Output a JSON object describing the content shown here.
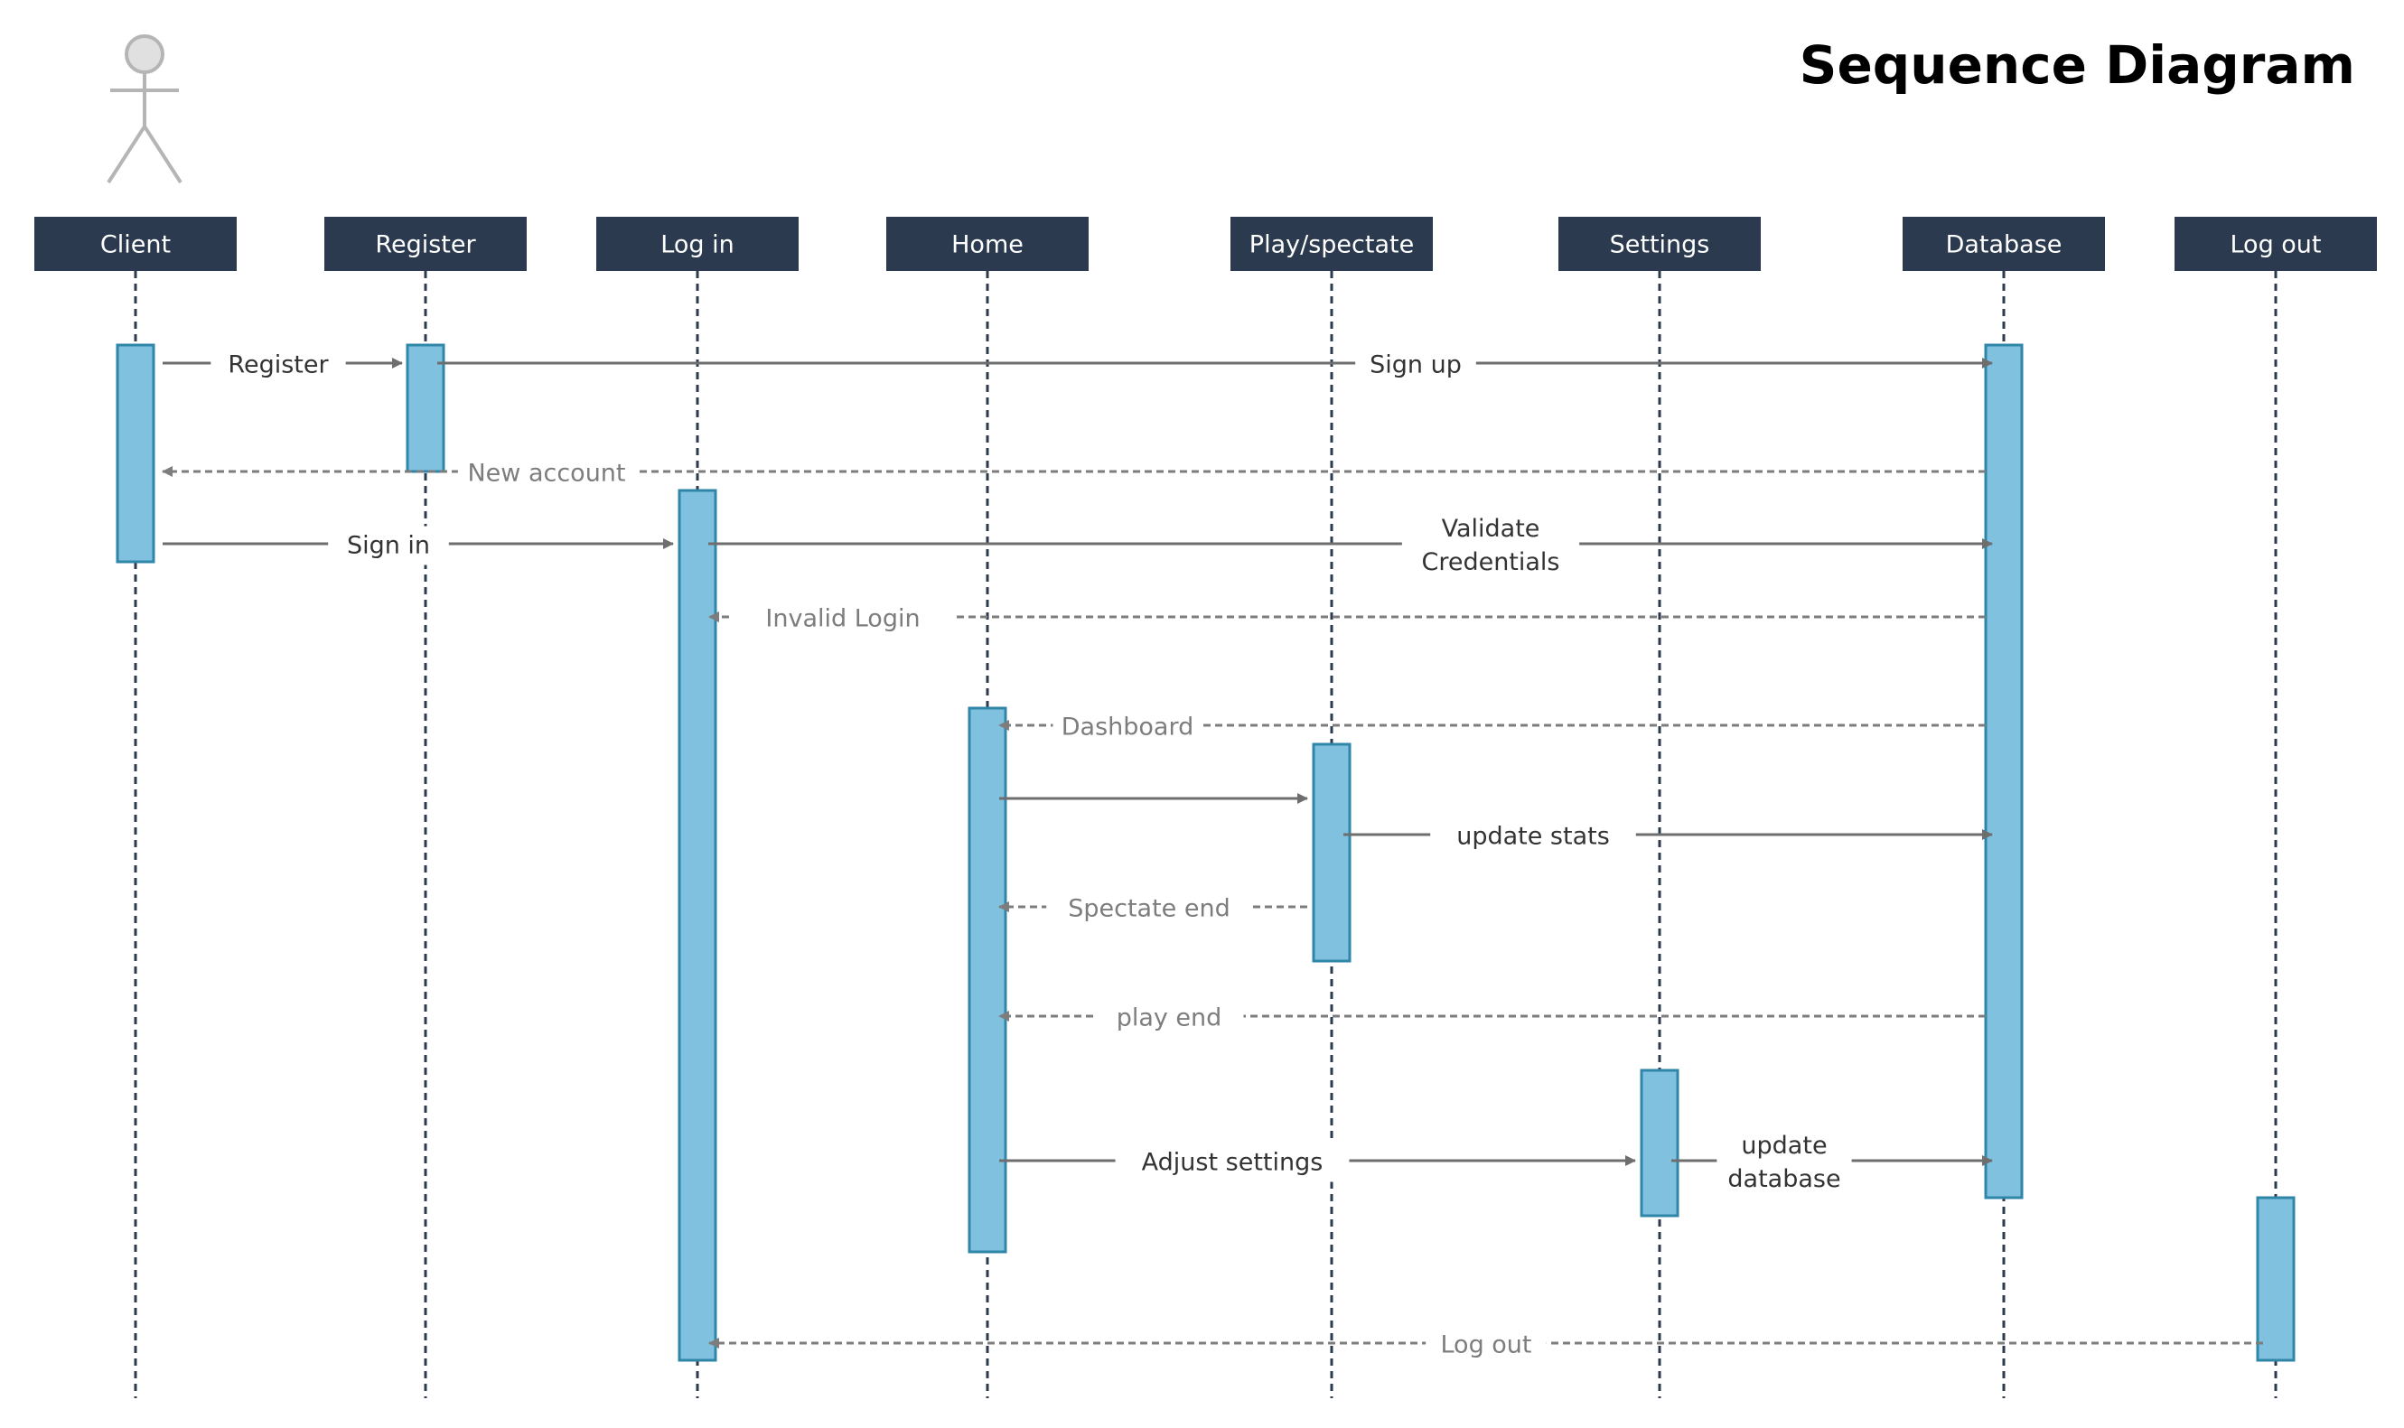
{
  "title": "Sequence Diagram",
  "colors": {
    "header_fill": "#2b3a4e",
    "header_text": "#ffffff",
    "activation_fill": "#7fc1de",
    "activation_stroke": "#2f86a8",
    "lifeline": "#2b3a4e",
    "solid_arrow": "#6e6e6e",
    "dashed_arrow": "#7d7d7d",
    "actor": "#b5b5b5"
  },
  "participants": [
    {
      "id": "client",
      "label": "Client"
    },
    {
      "id": "register",
      "label": "Register"
    },
    {
      "id": "login",
      "label": "Log in"
    },
    {
      "id": "home",
      "label": "Home"
    },
    {
      "id": "play",
      "label": "Play/spectate"
    },
    {
      "id": "settings",
      "label": "Settings"
    },
    {
      "id": "database",
      "label": "Database"
    },
    {
      "id": "logout",
      "label": "Log out"
    }
  ],
  "messages": [
    {
      "id": "register",
      "from": "client",
      "to": "register",
      "type": "sync",
      "lines": [
        "Register"
      ]
    },
    {
      "id": "sign-up",
      "from": "register",
      "to": "database",
      "type": "sync",
      "lines": [
        "Sign up"
      ]
    },
    {
      "id": "new-account",
      "from": "database",
      "to": "client",
      "type": "return",
      "lines": [
        "New account"
      ]
    },
    {
      "id": "sign-in",
      "from": "client",
      "to": "login",
      "type": "sync",
      "lines": [
        "Sign in"
      ]
    },
    {
      "id": "validate-credentials",
      "from": "login",
      "to": "database",
      "type": "sync",
      "lines": [
        "Validate",
        "Credentials"
      ]
    },
    {
      "id": "invalid-login",
      "from": "database",
      "to": "login",
      "type": "return",
      "lines": [
        "Invalid  Login"
      ]
    },
    {
      "id": "dashboard",
      "from": "database",
      "to": "home",
      "type": "return",
      "lines": [
        "Dashboard"
      ]
    },
    {
      "id": "home-to-play",
      "from": "home",
      "to": "play",
      "type": "sync",
      "lines": []
    },
    {
      "id": "update-stats",
      "from": "play",
      "to": "database",
      "type": "sync",
      "lines": [
        "update  stats"
      ]
    },
    {
      "id": "spectate-end",
      "from": "play",
      "to": "home",
      "type": "return",
      "lines": [
        "Spectate  end"
      ]
    },
    {
      "id": "play-end",
      "from": "database",
      "to": "home",
      "type": "return",
      "lines": [
        "play  end"
      ]
    },
    {
      "id": "adjust-settings",
      "from": "home",
      "to": "settings",
      "type": "sync",
      "lines": [
        "Adjust settings"
      ]
    },
    {
      "id": "update-database",
      "from": "settings",
      "to": "database",
      "type": "sync",
      "lines": [
        "update",
        "database"
      ]
    },
    {
      "id": "log-out",
      "from": "logout",
      "to": "login",
      "type": "return",
      "lines": [
        "Log out"
      ]
    }
  ]
}
